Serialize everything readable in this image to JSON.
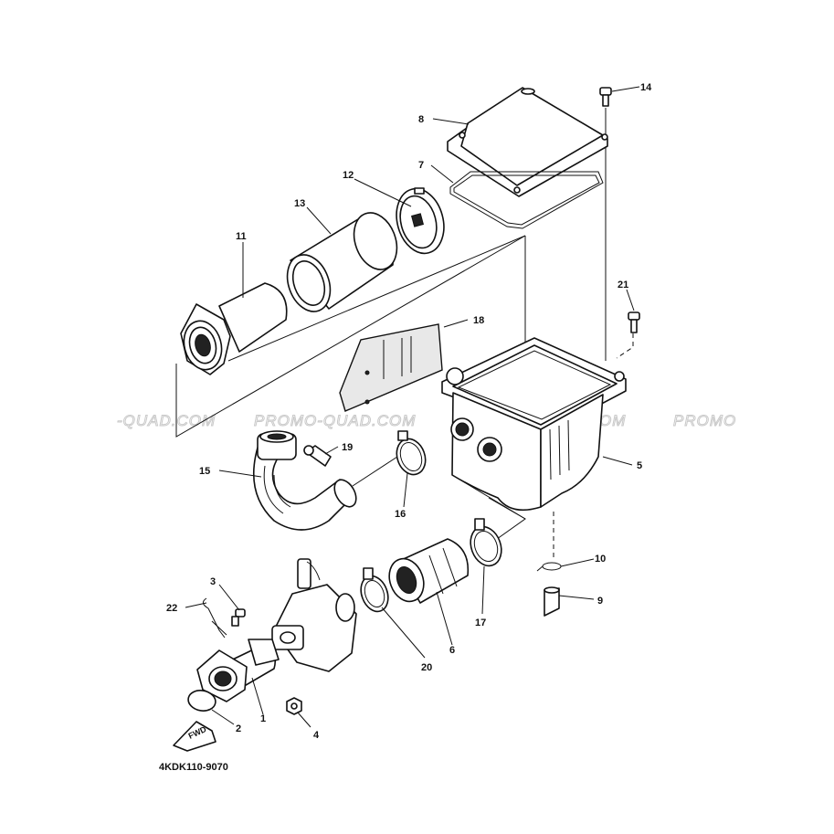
{
  "diagram": {
    "drawing_code": "4KDK110-9070",
    "fwd_label": "FWD",
    "watermarks": [
      "-QUAD.COM",
      "PROMO-QUAD.COM",
      "PROMO-QUAD.COM",
      "PROMO"
    ],
    "callouts": [
      "1",
      "2",
      "3",
      "4",
      "5",
      "6",
      "7",
      "8",
      "9",
      "10",
      "11",
      "12",
      "13",
      "14",
      "15",
      "16",
      "17",
      "18",
      "19",
      "20",
      "21",
      "22"
    ]
  }
}
